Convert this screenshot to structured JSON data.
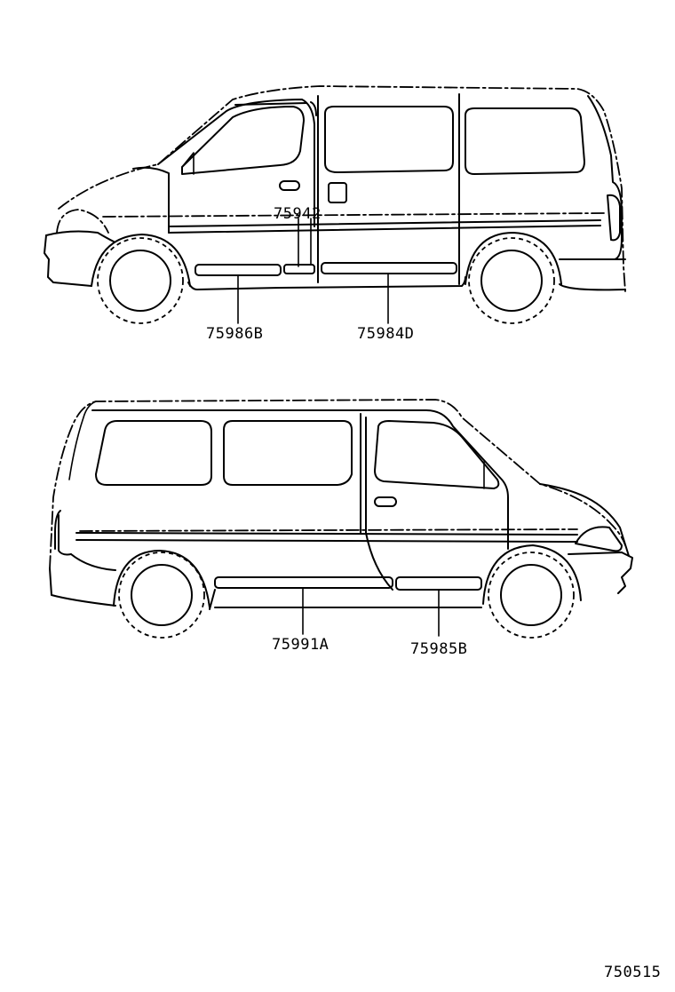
{
  "diagram": {
    "top_view": {
      "callouts": [
        {
          "id": "part-75942",
          "label": "75942"
        },
        {
          "id": "part-75986B",
          "label": "75986B"
        },
        {
          "id": "part-75984D",
          "label": "75984D"
        }
      ]
    },
    "bottom_view": {
      "callouts": [
        {
          "id": "part-75991A",
          "label": "75991A"
        },
        {
          "id": "part-75985B",
          "label": "75985B"
        }
      ]
    },
    "figure_number": "750515"
  }
}
